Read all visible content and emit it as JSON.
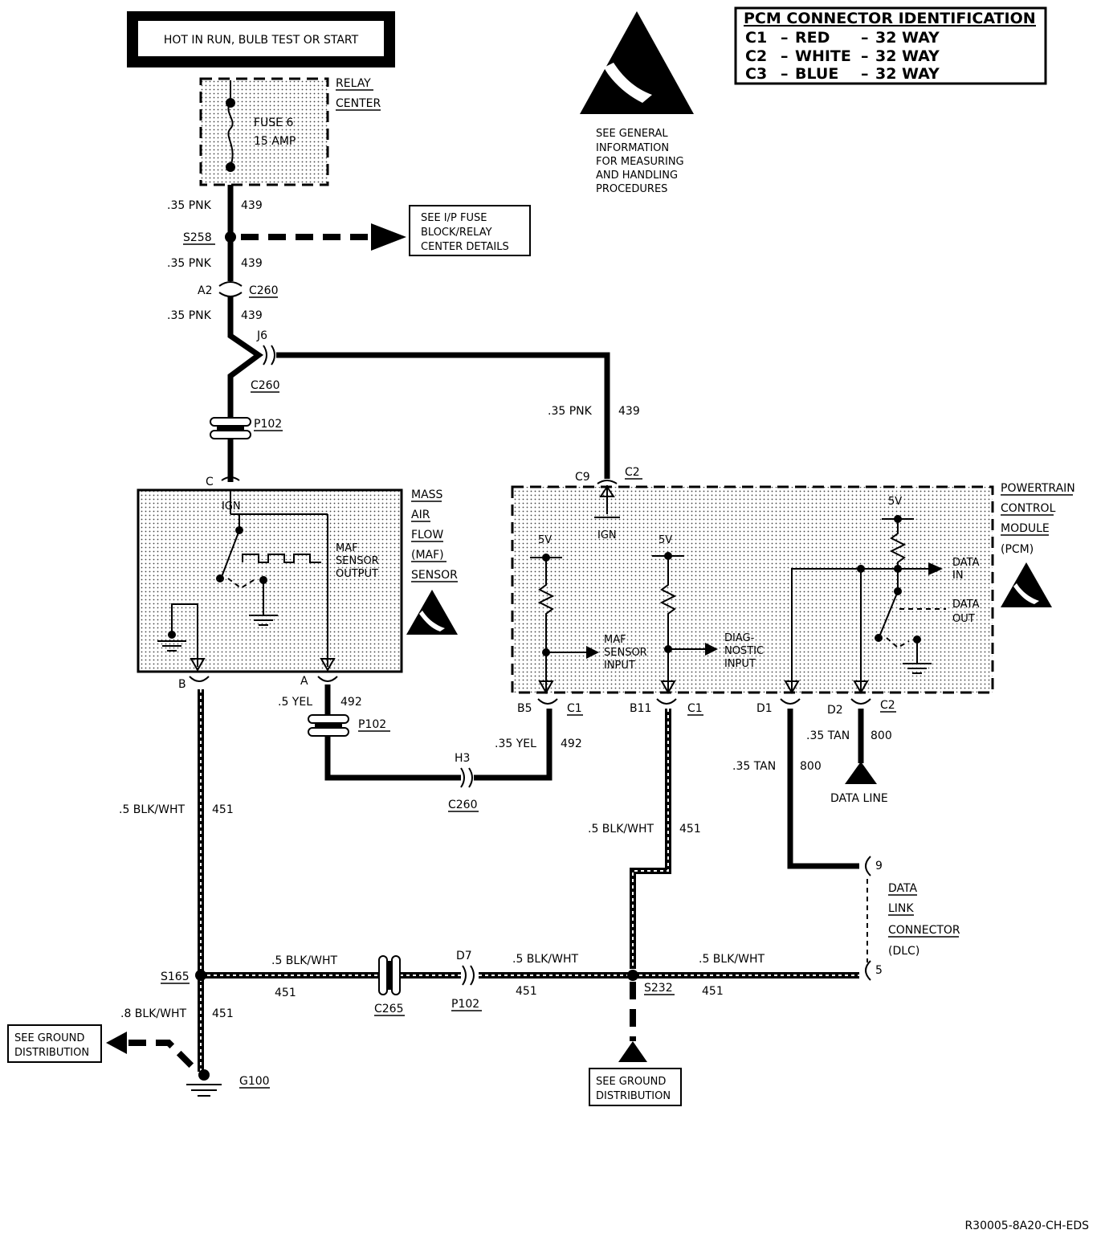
{
  "power_source": {
    "label": "HOT IN RUN, BULB TEST OR START"
  },
  "relay_center": {
    "title_line1": "RELAY",
    "title_line2": "CENTER",
    "fuse_line1": "FUSE 6",
    "fuse_line2": "15 AMP"
  },
  "esd_note": {
    "line1": "SEE GENERAL",
    "line2": "INFORMATION",
    "line3": "FOR MEASURING",
    "line4": "AND HANDLING",
    "line5": "PROCEDURES"
  },
  "connector_id_table": {
    "title": "PCM CONNECTOR IDENTIFICATION",
    "rows": [
      {
        "id": "C1",
        "color": "RED",
        "ways": "32 WAY"
      },
      {
        "id": "C2",
        "color": "WHITE",
        "ways": "32 WAY"
      },
      {
        "id": "C3",
        "color": "BLUE",
        "ways": "32 WAY"
      }
    ]
  },
  "fuse_block_note": {
    "line1": "SEE I/P FUSE",
    "line2": "BLOCK/RELAY",
    "line3": "CENTER DETAILS"
  },
  "wires": {
    "pnk_size": ".35 PNK",
    "pnk_circuit": "439",
    "yel_size_5": ".5 YEL",
    "yel_size_35": ".35 YEL",
    "yel_circuit": "492",
    "blkwht_size_5": ".5 BLK/WHT",
    "blkwht_size_8": ".8 BLK/WHT",
    "blkwht_circuit": "451",
    "tan_size": ".35 TAN",
    "tan_circuit": "800"
  },
  "splices": {
    "s258": "S258",
    "s165": "S165",
    "s232": "S232",
    "g100": "G100"
  },
  "connectors": {
    "a2": "A2",
    "c260": "C260",
    "j6": "J6",
    "p102": "P102",
    "h3": "H3",
    "c265": "C265",
    "d7": "D7",
    "c9": "C9",
    "c2": "C2",
    "c1": "C1",
    "b5": "B5",
    "b11": "B11",
    "d1": "D1",
    "d2": "D2",
    "pin_c": "C",
    "pin_b": "B",
    "pin_a": "A",
    "pin_9": "9",
    "pin_5": "5"
  },
  "maf_sensor": {
    "title_line1": "MASS",
    "title_line2": "AIR",
    "title_line3": "FLOW",
    "title_line4": "(MAF)",
    "title_line5": "SENSOR",
    "ign": "IGN",
    "output_line1": "MAF",
    "output_line2": "SENSOR",
    "output_line3": "OUTPUT"
  },
  "pcm": {
    "title_line1": "POWERTRAIN",
    "title_line2": "CONTROL",
    "title_line3": "MODULE",
    "title_line4": "(PCM)",
    "ign": "IGN",
    "v5": "5V",
    "maf_input_line1": "MAF",
    "maf_input_line2": "SENSOR",
    "maf_input_line3": "INPUT",
    "diag_line1": "DIAG-",
    "diag_line2": "NOSTIC",
    "diag_line3": "INPUT",
    "data_in_line1": "DATA",
    "data_in_line2": "IN",
    "data_out_line1": "DATA",
    "data_out_line2": "OUT"
  },
  "data_line": "DATA LINE",
  "dlc": {
    "line1": "DATA",
    "line2": "LINK",
    "line3": "CONNECTOR",
    "line4": "(DLC)"
  },
  "ground_note_left": {
    "line1": "SEE GROUND",
    "line2": "DISTRIBUTION"
  },
  "ground_note_center": {
    "line1": "SEE GROUND",
    "line2": "DISTRIBUTION"
  },
  "figure_id": "R30005-8A20-CH-EDS"
}
